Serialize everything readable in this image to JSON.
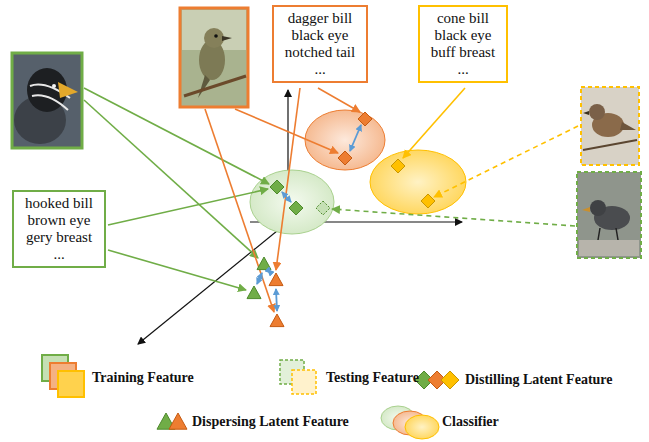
{
  "diagram": {
    "nodes": [
      {
        "text": [
          "dagger bill black eye notched tail ..."
        ]
      },
      {
        "text": [
          "cone bill black eye buff breast ..."
        ]
      },
      {
        "text": [
          "hooked bill brown eye gery breast ..."
        ]
      }
    ],
    "legend": [
      {
        "text": "Training Feature"
      },
      {
        "text": "Testing Feature"
      },
      {
        "text": "Distilling Latent Feature"
      },
      {
        "text": "Dispersing Latent Feature"
      },
      {
        "text": "Classifier"
      }
    ]
  }
}
